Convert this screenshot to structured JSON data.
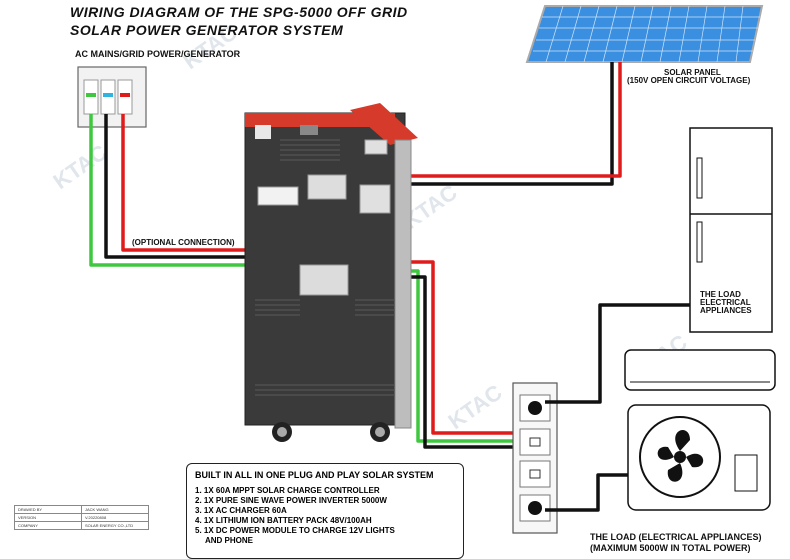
{
  "title": {
    "line1": "WIRING DIAGRAM OF THE SPG-5000 OFF GRID",
    "line2": "SOLAR POWER GENERATOR SYSTEM"
  },
  "labels": {
    "ac_mains": "AC MAINS/GRID POWER/GENERATOR",
    "solar_panel_1": "SOLAR PANEL",
    "solar_panel_2": "(150V OPEN CIRCUIT VOLTAGE)",
    "optional": "(OPTIONAL CONNECTION)",
    "load_1": "THE LOAD",
    "load_2": "ELECTRICAL",
    "load_3": "APPLIANCES",
    "bottom_load_1": "THE LOAD (ELECTRICAL APPLIANCES)",
    "bottom_load_2": "(MAXIMUM 5000W IN TOTAL POWER)"
  },
  "watermark": "KTAC",
  "info_box": {
    "heading": "BUILT IN ALL IN ONE PLUG AND PLAY SOLAR SYSTEM",
    "items": [
      "1. 1X 60A MPPT SOLAR CHARGE CONTROLLER",
      "2. 1X PURE SINE WAVE POWER INVERTER 5000W",
      "3. 1X AC CHARGER 60A",
      "4. 1X LITHIUM ION BATTERY PACK 48V/100AH",
      "5. 1X DC POWER MODULE TO CHARGE 12V LIGHTS",
      "AND PHONE"
    ]
  },
  "meta_table": [
    [
      "DRAWED BY",
      "JACK WANG"
    ],
    [
      "VERSION",
      "V.20220808"
    ],
    [
      "COMPANY",
      "SOLAR ENERGY CO.,LTD"
    ]
  ],
  "colors": {
    "wire_red": "#e01b1b",
    "wire_black": "#111111",
    "wire_green": "#3fc83f",
    "panel_blue": "#3b8fe0",
    "cabinet_dark": "#3a3a3a",
    "cabinet_red": "#d63a2a"
  }
}
